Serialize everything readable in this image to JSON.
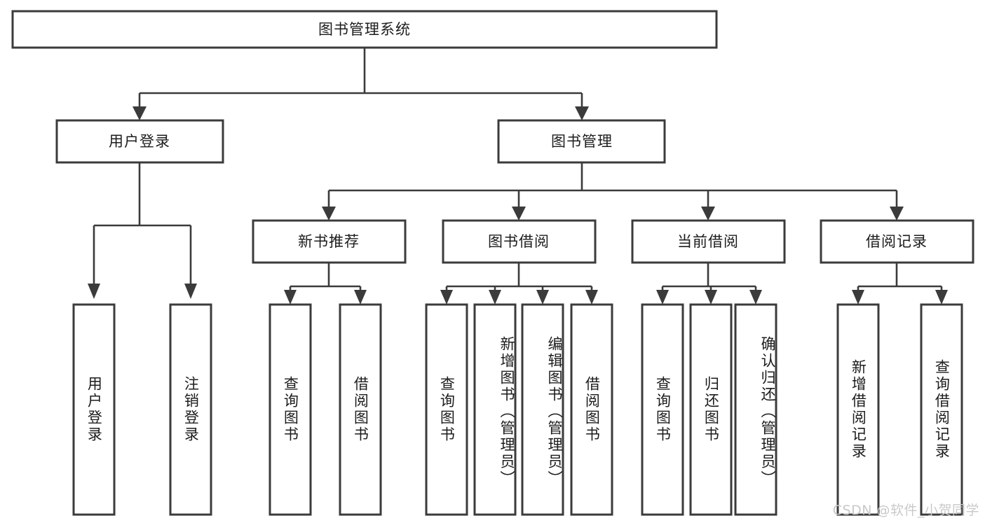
{
  "diagram": {
    "title": "图书管理系统",
    "type": "tree",
    "orientation": "top-down",
    "colors": {
      "box_stroke": "#3b3b3b",
      "box_fill": "#ffffff",
      "connector": "#3b3b3b",
      "text": "#1c1c1c",
      "background": "#ffffff",
      "watermark": "#c9c9c9"
    },
    "levels": {
      "level1": [
        "图书管理系统"
      ],
      "level2": [
        "用户登录",
        "图书管理"
      ],
      "level3": [
        "新书推荐",
        "图书借阅",
        "当前借阅",
        "借阅记录"
      ],
      "level4": [
        "用户登录",
        "注销登录",
        "查询图书",
        "借阅图书",
        "查询图书",
        "新增图书（管理员）",
        "编辑图书（管理员）",
        "借阅图书",
        "查询图书",
        "归还图书",
        "确认归还（管理员）",
        "新增借阅记录",
        "查询借阅记录"
      ]
    },
    "nodes": {
      "root": {
        "id": "root",
        "label": "图书管理系统"
      },
      "n_user_login": {
        "id": "n_user_login",
        "label": "用户登录"
      },
      "n_book_mgmt": {
        "id": "n_book_mgmt",
        "label": "图书管理"
      },
      "n_new_book_rec": {
        "id": "n_new_book_rec",
        "label": "新书推荐"
      },
      "n_book_borrow": {
        "id": "n_book_borrow",
        "label": "图书借阅"
      },
      "n_current_borrow": {
        "id": "n_current_borrow",
        "label": "当前借阅"
      },
      "n_borrow_record": {
        "id": "n_borrow_record",
        "label": "借阅记录"
      },
      "leaf_user_login": {
        "id": "leaf_user_login",
        "label": "用户登录"
      },
      "leaf_user_logout": {
        "id": "leaf_user_logout",
        "label": "注销登录"
      },
      "leaf_rec_query": {
        "id": "leaf_rec_query",
        "label": "查询图书"
      },
      "leaf_rec_borrow": {
        "id": "leaf_rec_borrow",
        "label": "借阅图书"
      },
      "leaf_bb_query": {
        "id": "leaf_bb_query",
        "label": "查询图书"
      },
      "leaf_bb_add": {
        "id": "leaf_bb_add",
        "label": "新增图书（管理员）"
      },
      "leaf_bb_edit": {
        "id": "leaf_bb_edit",
        "label": "编辑图书（管理员）"
      },
      "leaf_bb_borrow": {
        "id": "leaf_bb_borrow",
        "label": "借阅图书"
      },
      "leaf_cb_query": {
        "id": "leaf_cb_query",
        "label": "查询图书"
      },
      "leaf_cb_return": {
        "id": "leaf_cb_return",
        "label": "归还图书"
      },
      "leaf_cb_confirm": {
        "id": "leaf_cb_confirm",
        "label": "确认归还（管理员）"
      },
      "leaf_br_add": {
        "id": "leaf_br_add",
        "label": "新增借阅记录"
      },
      "leaf_br_query": {
        "id": "leaf_br_query",
        "label": "查询借阅记录"
      }
    },
    "edges": [
      {
        "from": "root",
        "to": "n_user_login"
      },
      {
        "from": "root",
        "to": "n_book_mgmt"
      },
      {
        "from": "n_user_login",
        "to": "leaf_user_login"
      },
      {
        "from": "n_user_login",
        "to": "leaf_user_logout"
      },
      {
        "from": "n_book_mgmt",
        "to": "n_new_book_rec"
      },
      {
        "from": "n_book_mgmt",
        "to": "n_book_borrow"
      },
      {
        "from": "n_book_mgmt",
        "to": "n_current_borrow"
      },
      {
        "from": "n_book_mgmt",
        "to": "n_borrow_record"
      },
      {
        "from": "n_new_book_rec",
        "to": "leaf_rec_query"
      },
      {
        "from": "n_new_book_rec",
        "to": "leaf_rec_borrow"
      },
      {
        "from": "n_book_borrow",
        "to": "leaf_bb_query"
      },
      {
        "from": "n_book_borrow",
        "to": "leaf_bb_add"
      },
      {
        "from": "n_book_borrow",
        "to": "leaf_bb_edit"
      },
      {
        "from": "n_book_borrow",
        "to": "leaf_bb_borrow"
      },
      {
        "from": "n_current_borrow",
        "to": "leaf_cb_query"
      },
      {
        "from": "n_current_borrow",
        "to": "leaf_cb_return"
      },
      {
        "from": "n_current_borrow",
        "to": "leaf_cb_confirm"
      },
      {
        "from": "n_borrow_record",
        "to": "leaf_br_add"
      },
      {
        "from": "n_borrow_record",
        "to": "leaf_br_query"
      }
    ]
  },
  "watermark": {
    "text": "CSDN @软件_小贺同学"
  }
}
